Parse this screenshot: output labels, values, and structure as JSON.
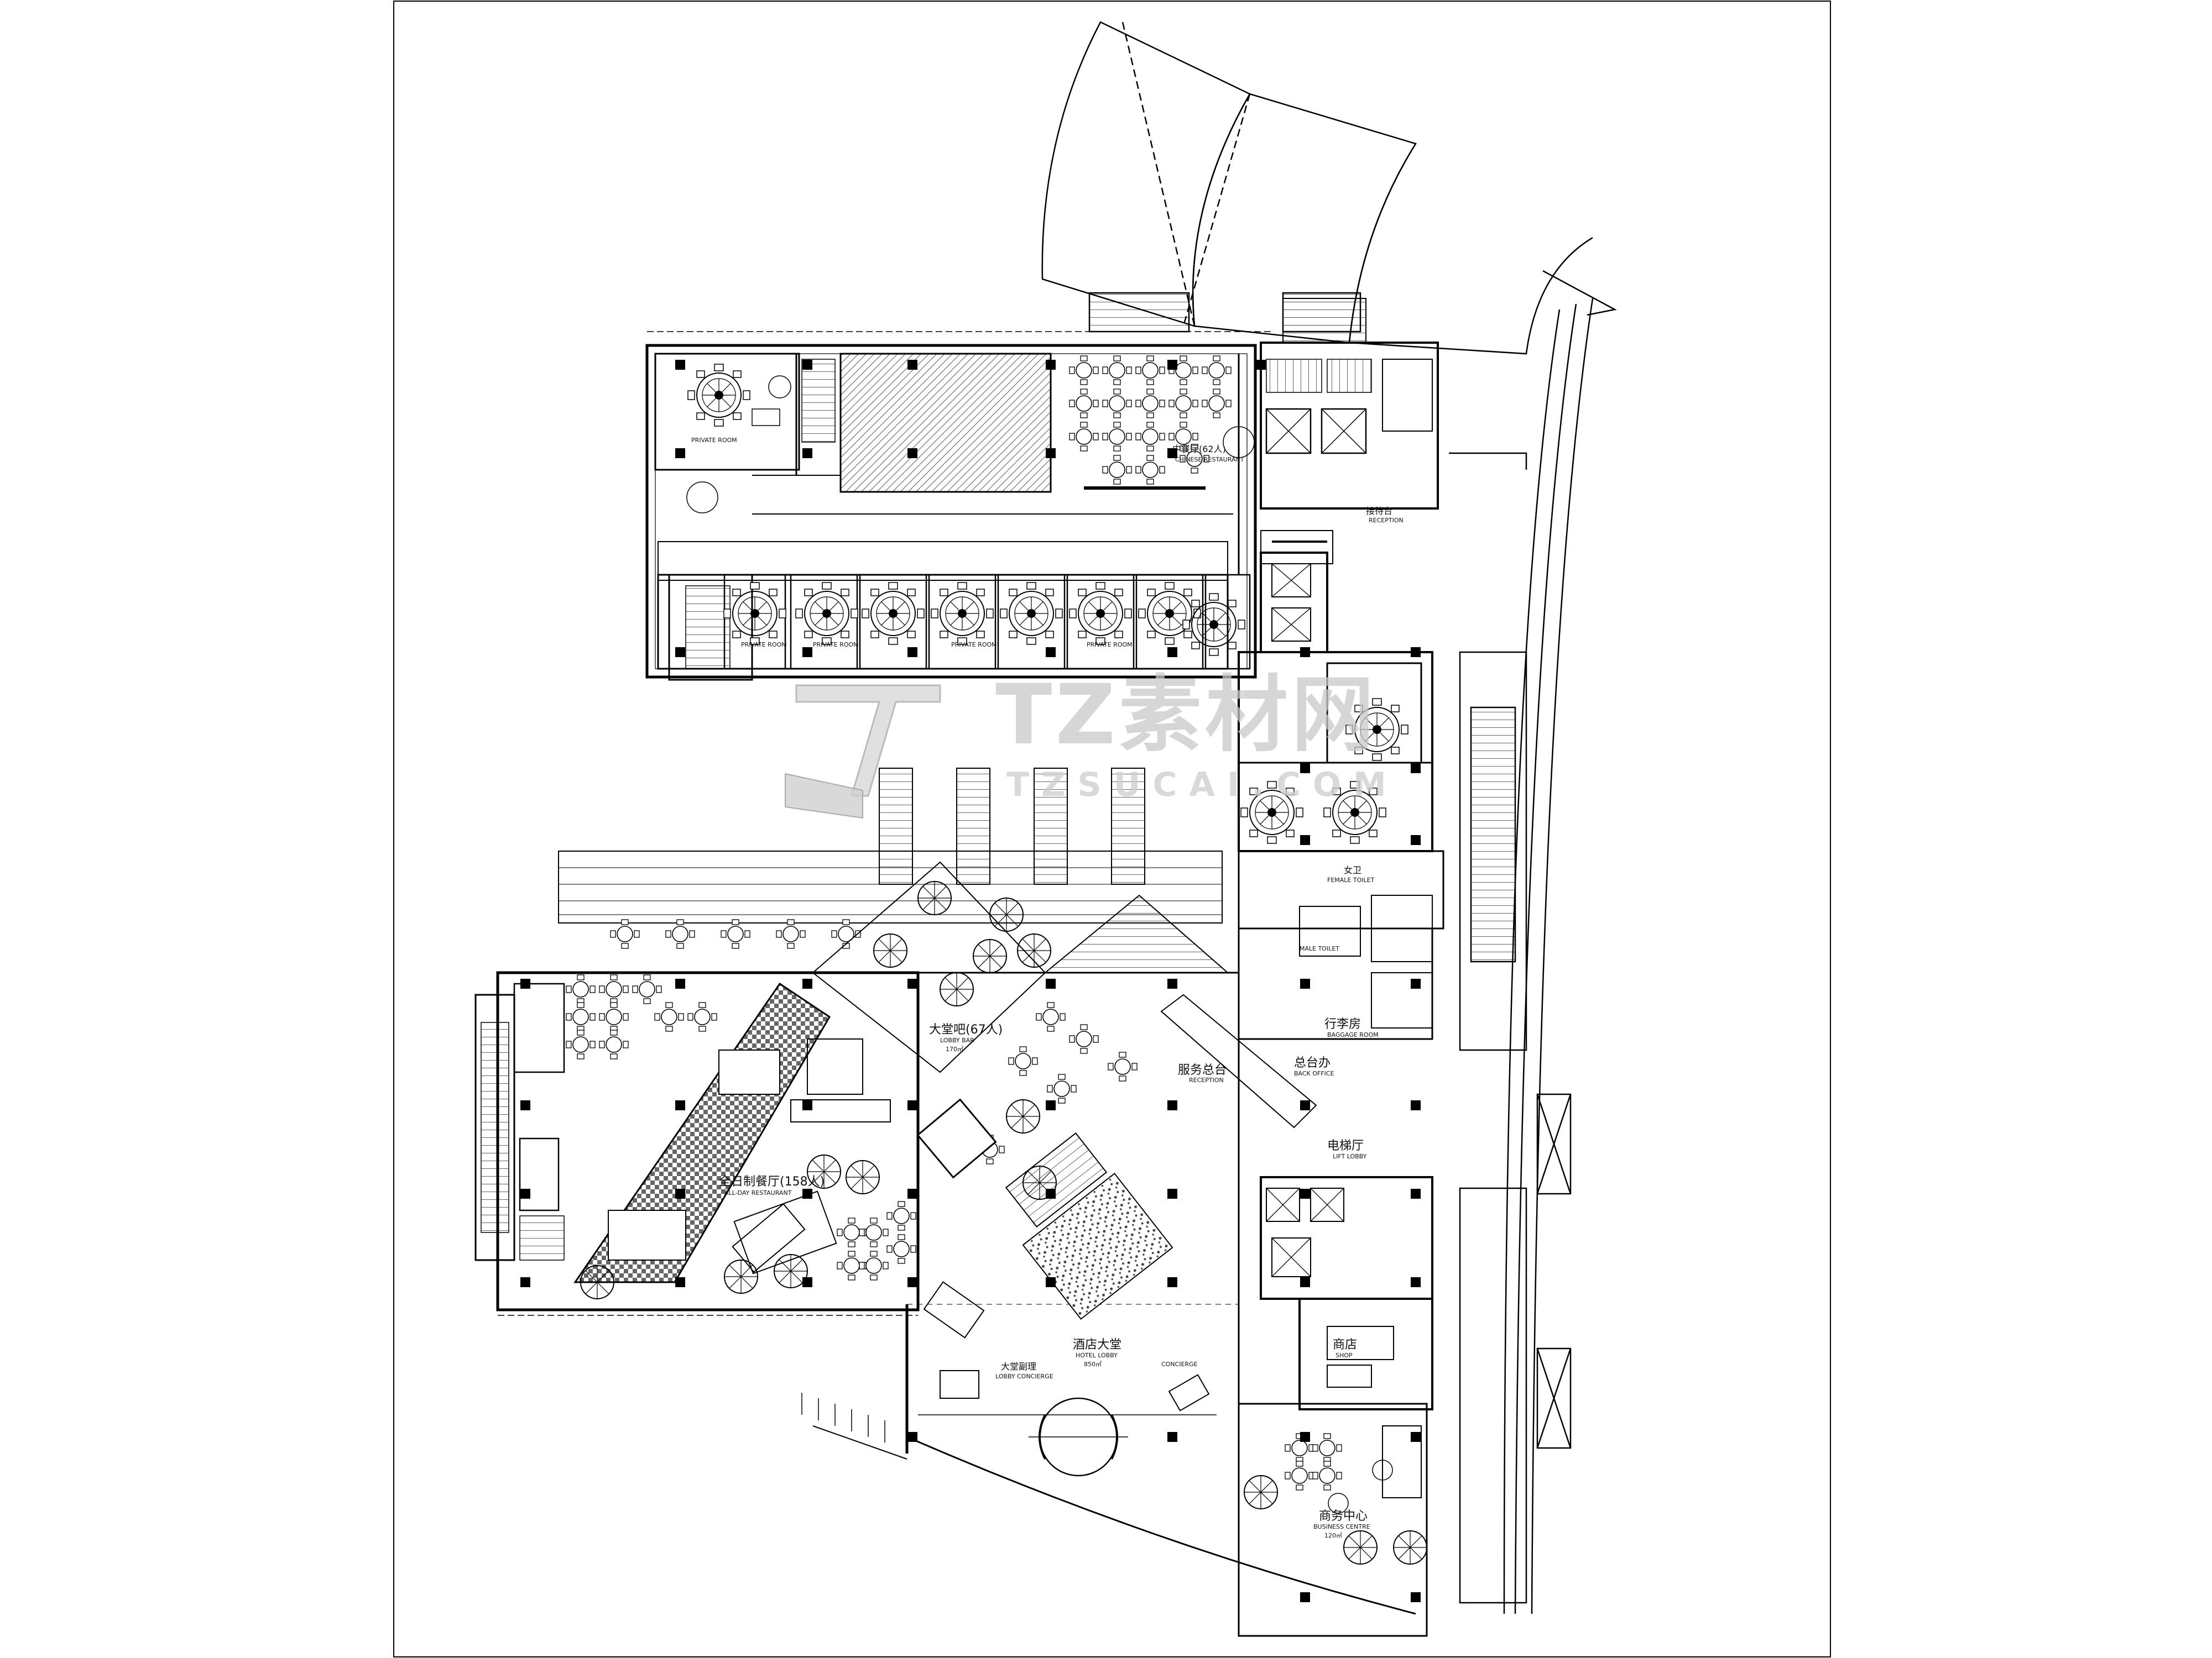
{
  "drawing": {
    "type": "floor-plan",
    "line_color": "#000000",
    "background": "#ffffff",
    "hatch_color": "#555555"
  },
  "labels": {
    "chinese_restaurant": "中餐厅(62人)",
    "chinese_restaurant_en": "CHINESE RESTAURANT",
    "reception_top": "接待台",
    "reception_top_en": "RECEPTION",
    "female_toilet": "女卫",
    "female_toilet_en": "FEMALE TOILET",
    "male_toilet_en": "MALE TOILET",
    "luggage_room": "行李房",
    "luggage_room_en": "BAGGAGE ROOM",
    "back_office": "总台办",
    "back_office_en": "BACK OFFICE",
    "lobby_bar": "大堂吧(67人)",
    "lobby_bar_en": "LOBBY BAR",
    "lobby_bar_area": "170㎡",
    "service_desk": "服务总台",
    "service_desk_en": "RECEPTION",
    "all_day_dining": "全日制餐厅(158人)",
    "all_day_dining_en": "ALL-DAY RESTAURANT",
    "lift_lobby": "电梯厅",
    "lift_lobby_en": "LIFT LOBBY",
    "hotel_lobby": "酒店大堂",
    "hotel_lobby_en": "HOTEL LOBBY",
    "hotel_lobby_area": "850㎡",
    "lobby_concierge": "大堂副理",
    "lobby_concierge_en": "LOBBY CONCIERGE",
    "concierge_en": "CONCIERGE",
    "shop": "商店",
    "shop_en": "SHOP",
    "business_center": "商务中心",
    "business_center_en": "BUSINESS CENTRE",
    "business_center_area": "120㎡",
    "private_room_en": "PRIVATE ROOM"
  },
  "watermark": {
    "cn": "TZ素材网",
    "en": "TZSUCAI.COM",
    "color": "#c8c8c8"
  }
}
